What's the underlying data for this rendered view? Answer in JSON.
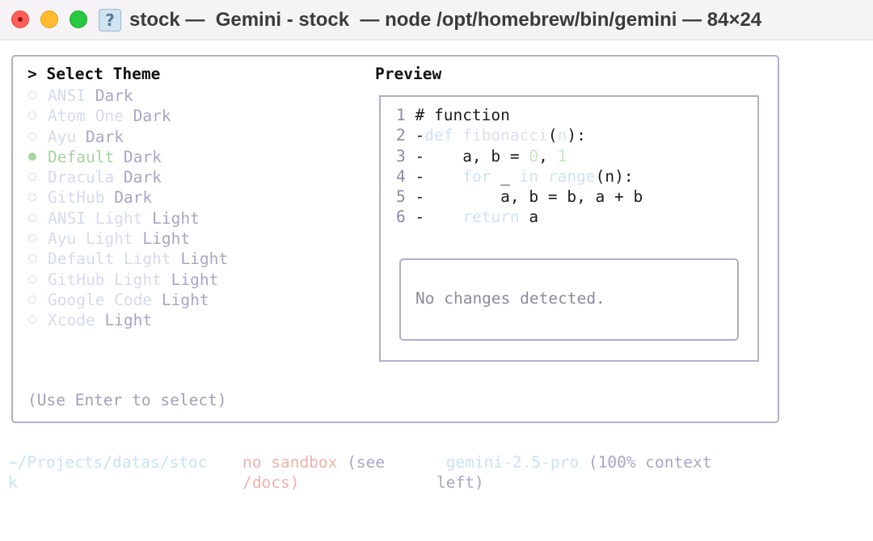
{
  "window": {
    "title": "stock —  Gemini - stock  — node /opt/homebrew/bin/gemini — 84×24",
    "icon": "document-question-icon"
  },
  "dialog": {
    "heading": "> Select Theme",
    "preview_heading": "Preview",
    "hint": "(Use Enter to select)",
    "themes": [
      {
        "name": "ANSI",
        "suffix": " Dark",
        "selected": false
      },
      {
        "name": "Atom One",
        "suffix": " Dark",
        "selected": false
      },
      {
        "name": "Ayu",
        "suffix": " Dark",
        "selected": false
      },
      {
        "name": "Default",
        "suffix": " Dark",
        "selected": true
      },
      {
        "name": "Dracula",
        "suffix": " Dark",
        "selected": false
      },
      {
        "name": "GitHub",
        "suffix": " Dark",
        "selected": false
      },
      {
        "name": "ANSI Light",
        "suffix": " Light",
        "selected": false
      },
      {
        "name": "Ayu Light",
        "suffix": " Light",
        "selected": false
      },
      {
        "name": "Default Light",
        "suffix": " Light",
        "selected": false
      },
      {
        "name": "GitHub Light",
        "suffix": " Light",
        "selected": false
      },
      {
        "name": "Google Code",
        "suffix": " Light",
        "selected": false
      },
      {
        "name": "Xcode",
        "suffix": " Light",
        "selected": false
      }
    ],
    "code": {
      "line1": {
        "num": "1",
        "text": " # function"
      },
      "line2": {
        "num": "2",
        "marker": " -",
        "kw": "def",
        "sp": " ",
        "fn": "fibonacci",
        "open": "(",
        "arg": "n",
        "close": "):"
      },
      "line3": {
        "num": "3",
        "marker": " -",
        "pre": "    a, b = ",
        "n0": "0",
        "comma": ", ",
        "n1": "1"
      },
      "line4": {
        "num": "4",
        "marker": " -",
        "indent": "    ",
        "kw1": "for",
        "mid": " _ ",
        "kw2": "in",
        "sp": " ",
        "fn": "range",
        "rest": "(n):"
      },
      "line5": {
        "num": "5",
        "marker": " -",
        "text": "        a, b = b, a + b"
      },
      "line6": {
        "num": "6",
        "marker": " -",
        "indent": "    ",
        "kw": "return",
        "rest": " a"
      }
    },
    "diff_message": "No changes detected."
  },
  "footer": {
    "path_line1": "~/Projects/datas/stoc",
    "path_line2": "k",
    "sandbox_line1": "no sandbox",
    "sandbox_line1_suffix": " (see",
    "sandbox_line2": "/docs)",
    "model_line1": " gemini-2.5-pro",
    "model_line1_suffix": " (100% context",
    "model_line2": "left)"
  },
  "colors": {
    "accent_selected": "#a9d3a2",
    "border": "#b3aec9",
    "sandbox_warning": "#efb1ae",
    "model": "#c8e2f5"
  }
}
